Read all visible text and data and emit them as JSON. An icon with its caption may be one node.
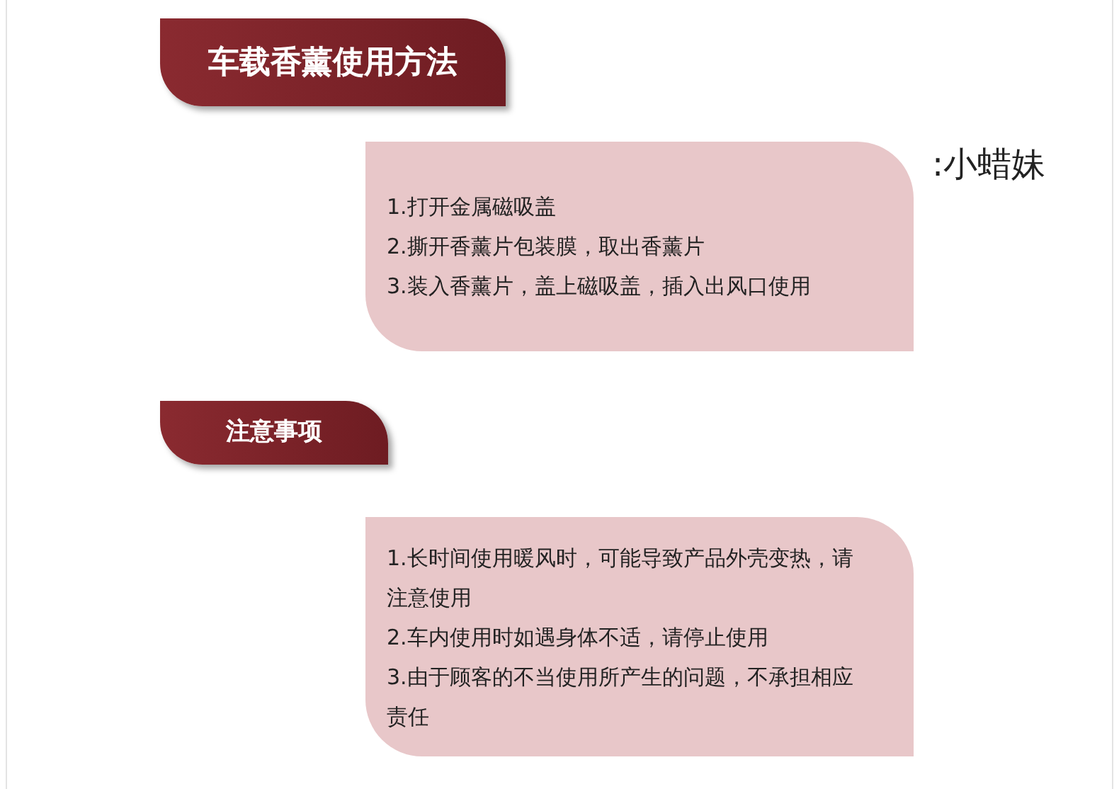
{
  "diagram": {
    "nodes": [
      {
        "text": [
          "车载香薰使用方法"
        ]
      },
      {
        "text": [
          "1.打开金属磁吸盖",
          "2.撕开香薰片包装膜，取出香薰片",
          "3.装入香薰片，盖上磁吸盖，插入出风口使用"
        ]
      },
      {
        "text": [
          "注意事项"
        ]
      },
      {
        "text": [
          "1.长时间使用暖风时，可能导致产品外壳变热，请注意使用",
          "2.车内使用时如遇身体不适，请停止使用",
          "3.由于顾客的不当使用所产生的问题，不承担相应责任"
        ]
      }
    ],
    "labels": [
      ":小蜡妹"
    ]
  }
}
